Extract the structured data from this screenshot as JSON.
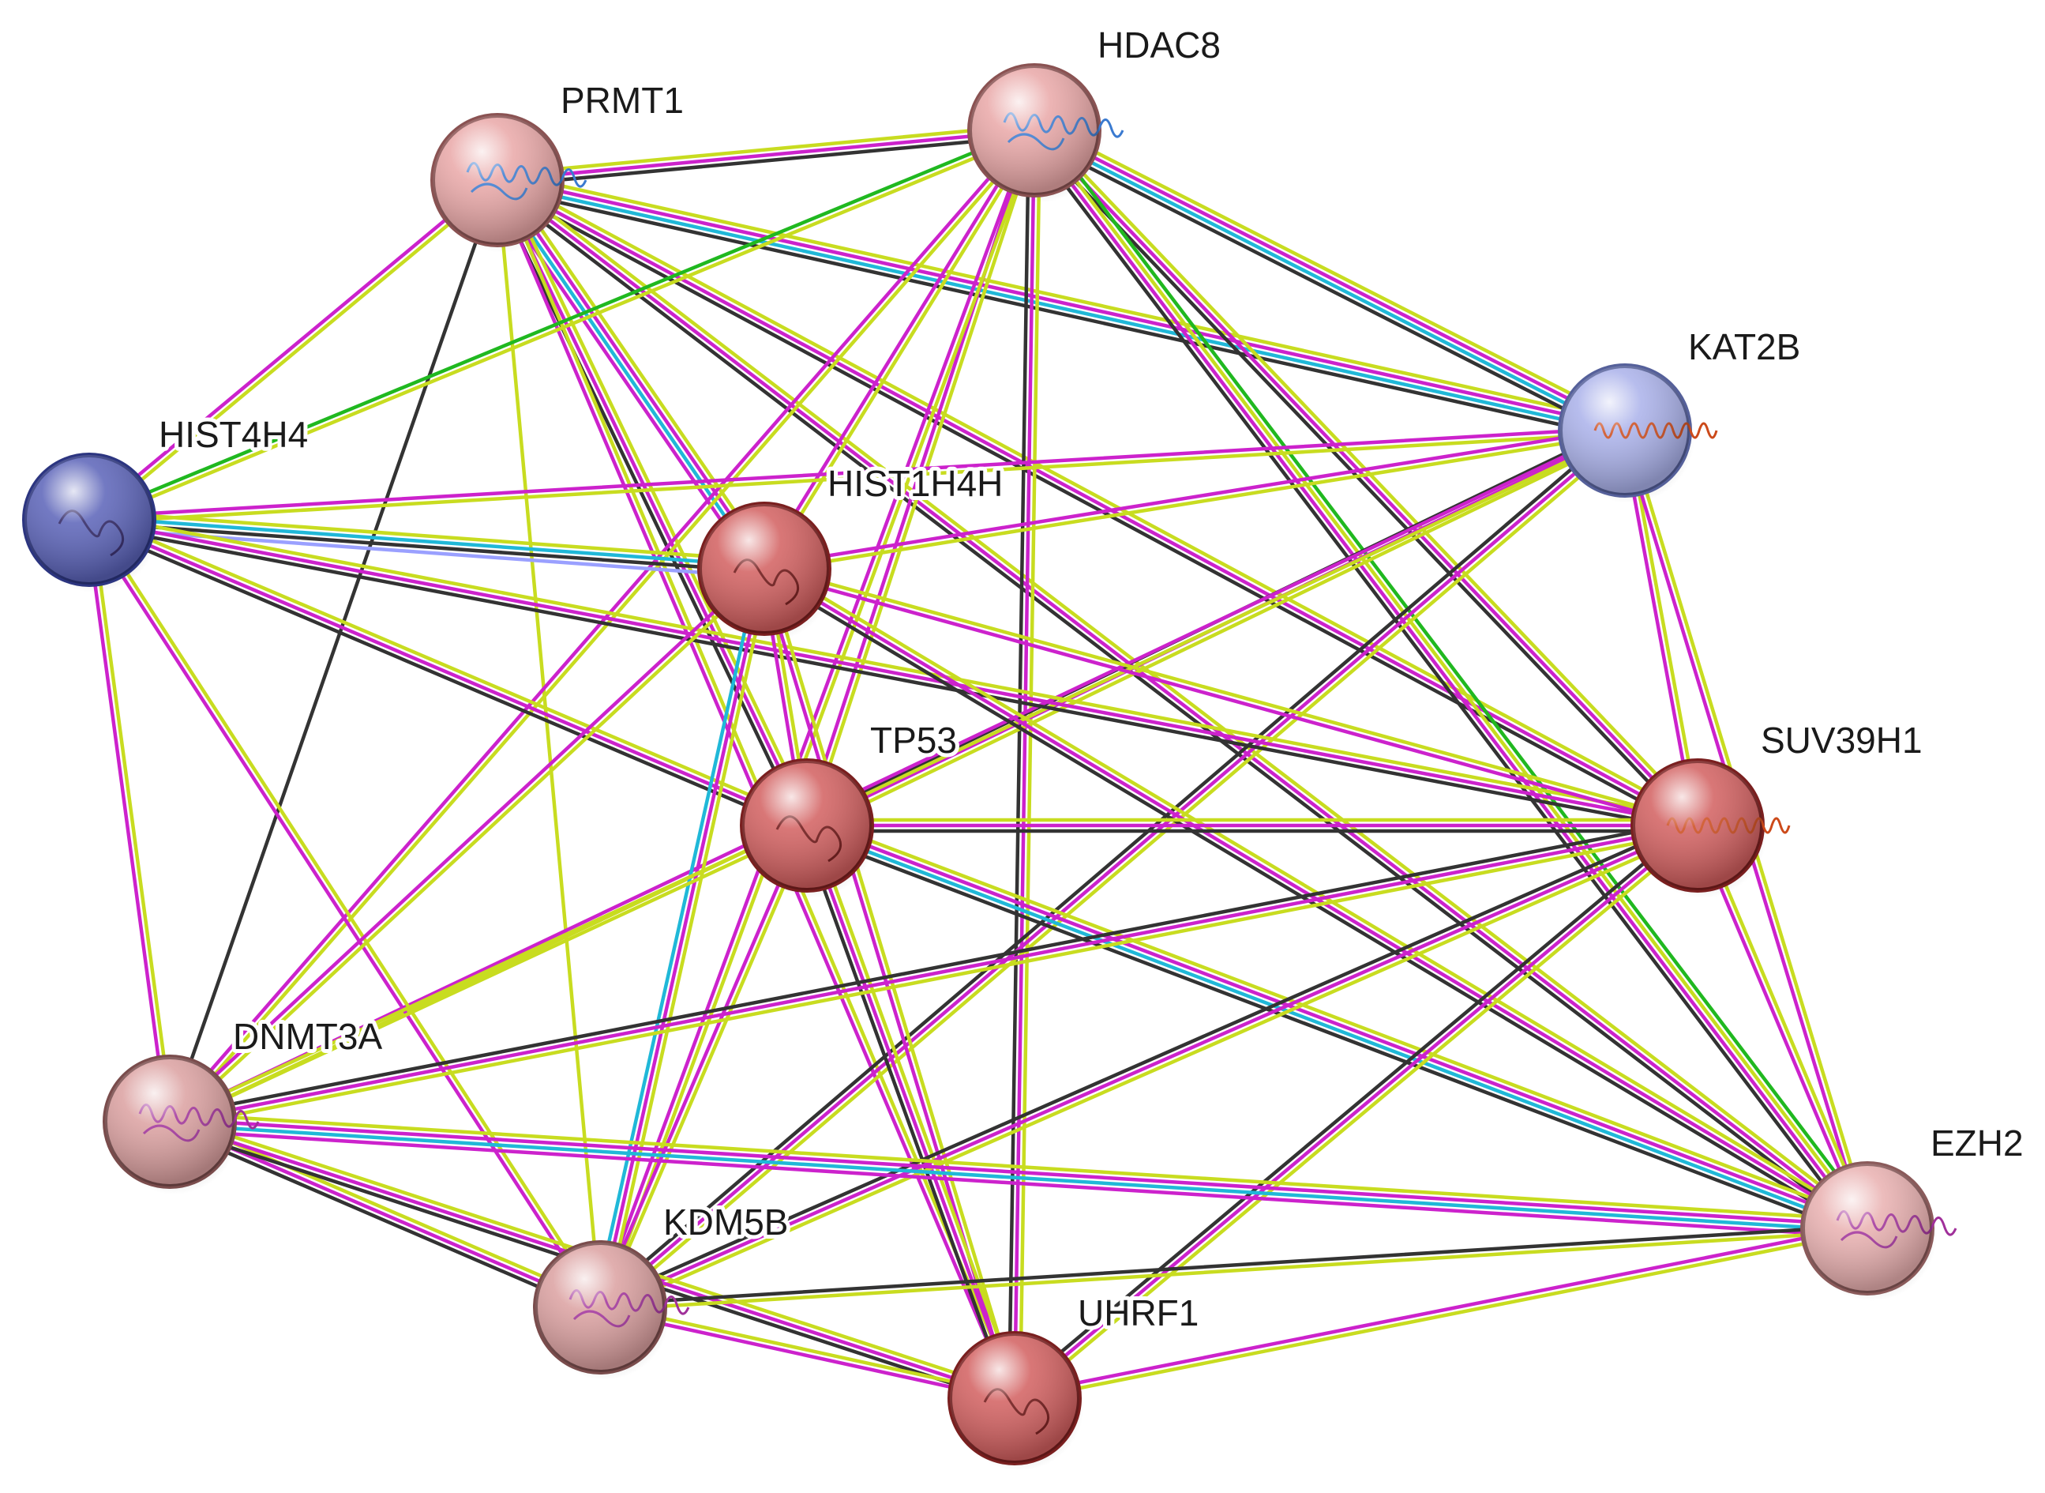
{
  "nodes": [
    {
      "id": "PRMT1",
      "label": "PRMT1",
      "color": "#e9a7a7",
      "ring": "#8a5252",
      "glyph": "structure-multi-icon"
    },
    {
      "id": "HDAC8",
      "label": "HDAC8",
      "color": "#e9a7a7",
      "ring": "#8a5252",
      "glyph": "structure-multi-icon"
    },
    {
      "id": "KAT2B",
      "label": "KAT2B",
      "color": "#aab1ea",
      "ring": "#55609a",
      "glyph": "structure-helix-icon"
    },
    {
      "id": "HIST4H4",
      "label": "HIST4H4",
      "color": "#5a62b8",
      "ring": "#2c3580",
      "glyph": "coil-icon"
    },
    {
      "id": "HIST1H4H",
      "label": "HIST1H4H",
      "color": "#d25f5f",
      "ring": "#7a1f1f",
      "glyph": "coil-icon"
    },
    {
      "id": "TP53",
      "label": "TP53",
      "color": "#d25f5f",
      "ring": "#7a1f1f",
      "glyph": "coil-icon"
    },
    {
      "id": "SUV39H1",
      "label": "SUV39H1",
      "color": "#d25f5f",
      "ring": "#7a1f1f",
      "glyph": "structure-helix-icon"
    },
    {
      "id": "DNMT3A",
      "label": "DNMT3A",
      "color": "#dba0a0",
      "ring": "#7a4c4c",
      "glyph": "structure-purple-icon"
    },
    {
      "id": "EZH2",
      "label": "EZH2",
      "color": "#e9b0b0",
      "ring": "#8a5a5a",
      "glyph": "structure-purple-icon"
    },
    {
      "id": "KDM5B",
      "label": "KDM5B",
      "color": "#dba0a0",
      "ring": "#7a4c4c",
      "glyph": "structure-purple-icon"
    },
    {
      "id": "UHRF1",
      "label": "UHRF1",
      "color": "#d25f5f",
      "ring": "#7a1f1f",
      "glyph": "coil-icon"
    }
  ],
  "evidence_colors": {
    "textmining": "#c8dc20",
    "experiments": "#cc22cc",
    "coexpression": "#333333",
    "databases": "#20b8d8",
    "neighborhood": "#20b820",
    "homology": "#9aa0ff"
  },
  "edges": [
    {
      "a": "PRMT1",
      "b": "HDAC8",
      "types": [
        "textmining",
        "experiments",
        "coexpression"
      ]
    },
    {
      "a": "PRMT1",
      "b": "HIST4H4",
      "types": [
        "textmining",
        "experiments"
      ]
    },
    {
      "a": "PRMT1",
      "b": "HIST1H4H",
      "types": [
        "textmining",
        "experiments",
        "databases",
        "experiments"
      ]
    },
    {
      "a": "PRMT1",
      "b": "TP53",
      "types": [
        "textmining",
        "experiments",
        "coexpression"
      ]
    },
    {
      "a": "PRMT1",
      "b": "KAT2B",
      "types": [
        "textmining",
        "experiments",
        "databases",
        "coexpression"
      ]
    },
    {
      "a": "PRMT1",
      "b": "SUV39H1",
      "types": [
        "textmining",
        "experiments",
        "coexpression"
      ]
    },
    {
      "a": "PRMT1",
      "b": "EZH2",
      "types": [
        "textmining",
        "experiments",
        "coexpression"
      ]
    },
    {
      "a": "PRMT1",
      "b": "DNMT3A",
      "types": [
        "coexpression"
      ]
    },
    {
      "a": "PRMT1",
      "b": "KDM5B",
      "types": [
        "textmining"
      ]
    },
    {
      "a": "PRMT1",
      "b": "UHRF1",
      "types": [
        "textmining",
        "experiments"
      ]
    },
    {
      "a": "HDAC8",
      "b": "HIST4H4",
      "types": [
        "textmining",
        "neighborhood"
      ]
    },
    {
      "a": "HDAC8",
      "b": "KAT2B",
      "types": [
        "textmining",
        "experiments",
        "databases",
        "coexpression"
      ]
    },
    {
      "a": "HDAC8",
      "b": "HIST1H4H",
      "types": [
        "textmining",
        "experiments"
      ]
    },
    {
      "a": "HDAC8",
      "b": "TP53",
      "types": [
        "textmining",
        "experiments"
      ]
    },
    {
      "a": "HDAC8",
      "b": "SUV39H1",
      "types": [
        "textmining",
        "experiments",
        "coexpression"
      ]
    },
    {
      "a": "HDAC8",
      "b": "EZH2",
      "types": [
        "neighborhood",
        "textmining",
        "experiments",
        "coexpression"
      ]
    },
    {
      "a": "HDAC8",
      "b": "DNMT3A",
      "types": [
        "textmining",
        "experiments"
      ]
    },
    {
      "a": "HDAC8",
      "b": "KDM5B",
      "types": [
        "textmining",
        "experiments"
      ]
    },
    {
      "a": "HDAC8",
      "b": "UHRF1",
      "types": [
        "textmining",
        "experiments",
        "coexpression"
      ]
    },
    {
      "a": "KAT2B",
      "b": "HIST4H4",
      "types": [
        "textmining",
        "experiments"
      ]
    },
    {
      "a": "KAT2B",
      "b": "HIST1H4H",
      "types": [
        "textmining",
        "experiments"
      ]
    },
    {
      "a": "KAT2B",
      "b": "TP53",
      "types": [
        "textmining",
        "experiments",
        "coexpression"
      ]
    },
    {
      "a": "KAT2B",
      "b": "SUV39H1",
      "types": [
        "textmining",
        "experiments"
      ]
    },
    {
      "a": "KAT2B",
      "b": "EZH2",
      "types": [
        "textmining",
        "experiments"
      ]
    },
    {
      "a": "KAT2B",
      "b": "DNMT3A",
      "types": [
        "textmining",
        "experiments"
      ]
    },
    {
      "a": "KAT2B",
      "b": "KDM5B",
      "types": [
        "textmining",
        "experiments",
        "coexpression"
      ]
    },
    {
      "a": "HIST4H4",
      "b": "HIST1H4H",
      "types": [
        "textmining",
        "databases",
        "coexpression",
        "homology"
      ]
    },
    {
      "a": "HIST4H4",
      "b": "TP53",
      "types": [
        "textmining",
        "experiments",
        "coexpression"
      ]
    },
    {
      "a": "HIST4H4",
      "b": "SUV39H1",
      "types": [
        "textmining",
        "experiments",
        "coexpression"
      ]
    },
    {
      "a": "HIST4H4",
      "b": "DNMT3A",
      "types": [
        "textmining",
        "experiments"
      ]
    },
    {
      "a": "HIST4H4",
      "b": "KDM5B",
      "types": [
        "textmining",
        "experiments"
      ]
    },
    {
      "a": "HIST1H4H",
      "b": "TP53",
      "types": [
        "textmining",
        "experiments"
      ]
    },
    {
      "a": "HIST1H4H",
      "b": "SUV39H1",
      "types": [
        "textmining",
        "experiments"
      ]
    },
    {
      "a": "HIST1H4H",
      "b": "EZH2",
      "types": [
        "textmining",
        "experiments",
        "coexpression"
      ]
    },
    {
      "a": "HIST1H4H",
      "b": "DNMT3A",
      "types": [
        "textmining",
        "experiments"
      ]
    },
    {
      "a": "HIST1H4H",
      "b": "KDM5B",
      "types": [
        "textmining",
        "experiments",
        "databases"
      ]
    },
    {
      "a": "HIST1H4H",
      "b": "UHRF1",
      "types": [
        "textmining",
        "experiments"
      ]
    },
    {
      "a": "TP53",
      "b": "SUV39H1",
      "types": [
        "textmining",
        "experiments",
        "coexpression"
      ]
    },
    {
      "a": "TP53",
      "b": "EZH2",
      "types": [
        "textmining",
        "experiments",
        "databases",
        "coexpression"
      ]
    },
    {
      "a": "TP53",
      "b": "DNMT3A",
      "types": [
        "textmining",
        "textmining"
      ]
    },
    {
      "a": "TP53",
      "b": "KDM5B",
      "types": [
        "textmining",
        "experiments"
      ]
    },
    {
      "a": "TP53",
      "b": "UHRF1",
      "types": [
        "textmining",
        "experiments",
        "coexpression"
      ]
    },
    {
      "a": "SUV39H1",
      "b": "EZH2",
      "types": [
        "textmining",
        "experiments"
      ]
    },
    {
      "a": "SUV39H1",
      "b": "DNMT3A",
      "types": [
        "textmining",
        "experiments",
        "coexpression"
      ]
    },
    {
      "a": "SUV39H1",
      "b": "KDM5B",
      "types": [
        "textmining",
        "experiments",
        "coexpression"
      ]
    },
    {
      "a": "SUV39H1",
      "b": "UHRF1",
      "types": [
        "textmining",
        "experiments",
        "coexpression"
      ]
    },
    {
      "a": "DNMT3A",
      "b": "EZH2",
      "types": [
        "textmining",
        "experiments",
        "databases",
        "experiments"
      ]
    },
    {
      "a": "DNMT3A",
      "b": "KDM5B",
      "types": [
        "textmining",
        "experiments",
        "coexpression"
      ]
    },
    {
      "a": "DNMT3A",
      "b": "UHRF1",
      "types": [
        "textmining",
        "experiments",
        "coexpression"
      ]
    },
    {
      "a": "EZH2",
      "b": "KDM5B",
      "types": [
        "textmining",
        "coexpression"
      ]
    },
    {
      "a": "EZH2",
      "b": "UHRF1",
      "types": [
        "textmining",
        "experiments"
      ]
    },
    {
      "a": "KDM5B",
      "b": "UHRF1",
      "types": [
        "textmining",
        "experiments"
      ]
    }
  ]
}
